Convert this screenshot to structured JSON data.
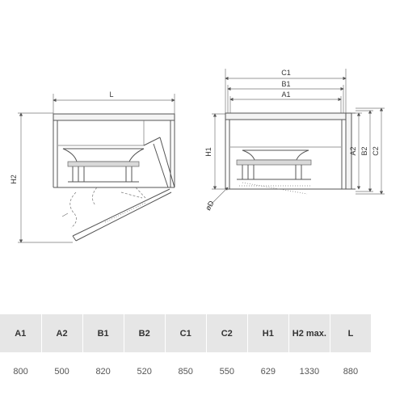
{
  "drawing": {
    "labels": {
      "L": "L",
      "H2": "H2",
      "C1": "C1",
      "B1": "B1",
      "A1": "A1",
      "H1": "H1",
      "A2": "A2",
      "B2": "B2",
      "C2": "C2",
      "D": "øD"
    }
  },
  "table": {
    "headers": [
      "A1",
      "A2",
      "B1",
      "B2",
      "C1",
      "C2",
      "H1",
      "H2 max.",
      "L"
    ],
    "values": [
      "800",
      "500",
      "820",
      "520",
      "850",
      "550",
      "629",
      "1330",
      "880"
    ]
  }
}
